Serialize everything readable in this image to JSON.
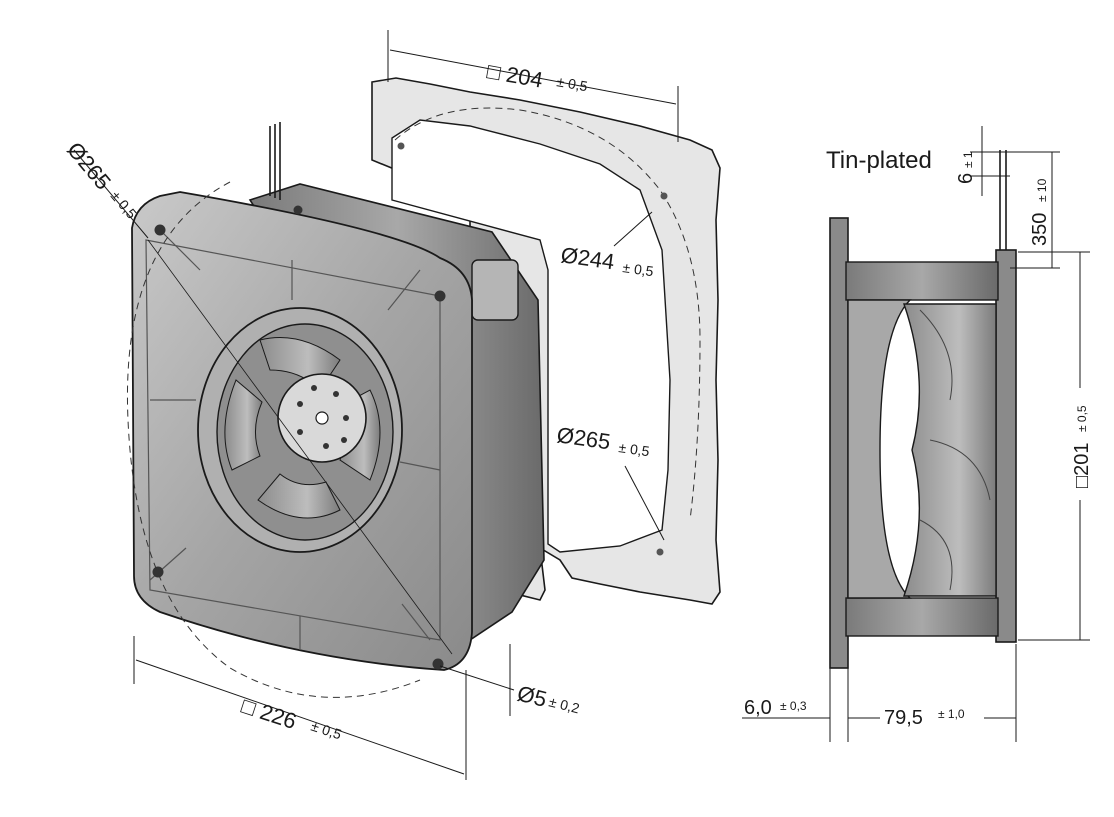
{
  "labels": {
    "gasket_square": "□ 204",
    "gasket_square_tol": "± 0,5",
    "gasket_inner_dia": "Ø244",
    "gasket_inner_dia_tol": "± 0,5",
    "gasket_hole_dia": "Ø265",
    "gasket_hole_dia_tol": "± 0,5",
    "fan_hole_dia": "Ø265",
    "fan_hole_dia_tol": "± 0,5",
    "fan_square": "□ 226",
    "fan_square_tol": "± 0,5",
    "mount_hole": "Ø5",
    "mount_hole_tol": "± 0,2",
    "tin_plated": "Tin-plated",
    "strip_len": "6",
    "strip_len_tol": "± 1",
    "lead_len": "350",
    "lead_len_tol": "± 10",
    "side_square": "□201",
    "side_square_tol": "± 0,5",
    "flange_thk": "6,0",
    "flange_thk_tol": "± 0,3",
    "depth": "79,5",
    "depth_tol": "± 1,0"
  },
  "colors": {
    "housing": "#9e9e9e",
    "housing_dark": "#6f6f6f",
    "housing_light": "#c4c4c4",
    "gasket": "#e6e6e6",
    "line": "#1a1a1a"
  }
}
